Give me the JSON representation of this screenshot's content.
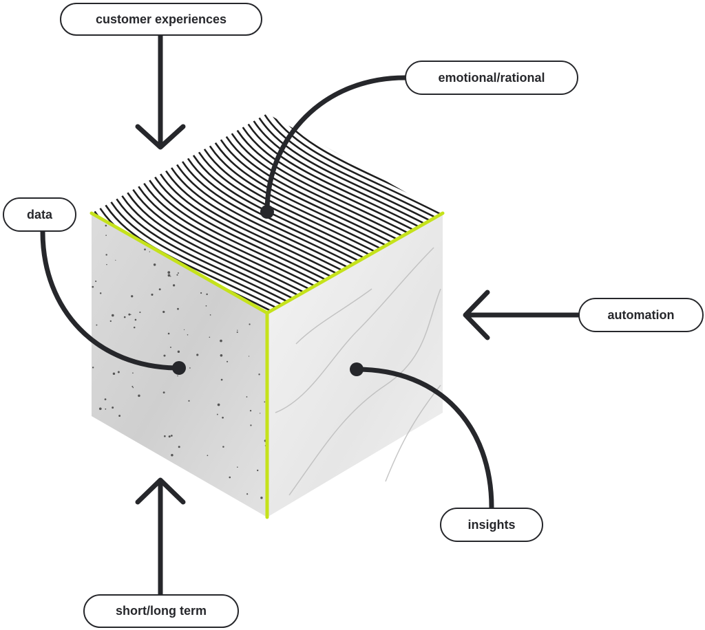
{
  "labels": {
    "customer_experiences": "customer experiences",
    "emotional_rational": "emotional/rational",
    "data": "data",
    "automation": "automation",
    "insights": "insights",
    "short_long_term": "short/long term"
  },
  "colors": {
    "ink": "#26272b",
    "accent": "#c5e21b",
    "concrete": "#d9d9d9",
    "marble": "#eeeeee"
  }
}
